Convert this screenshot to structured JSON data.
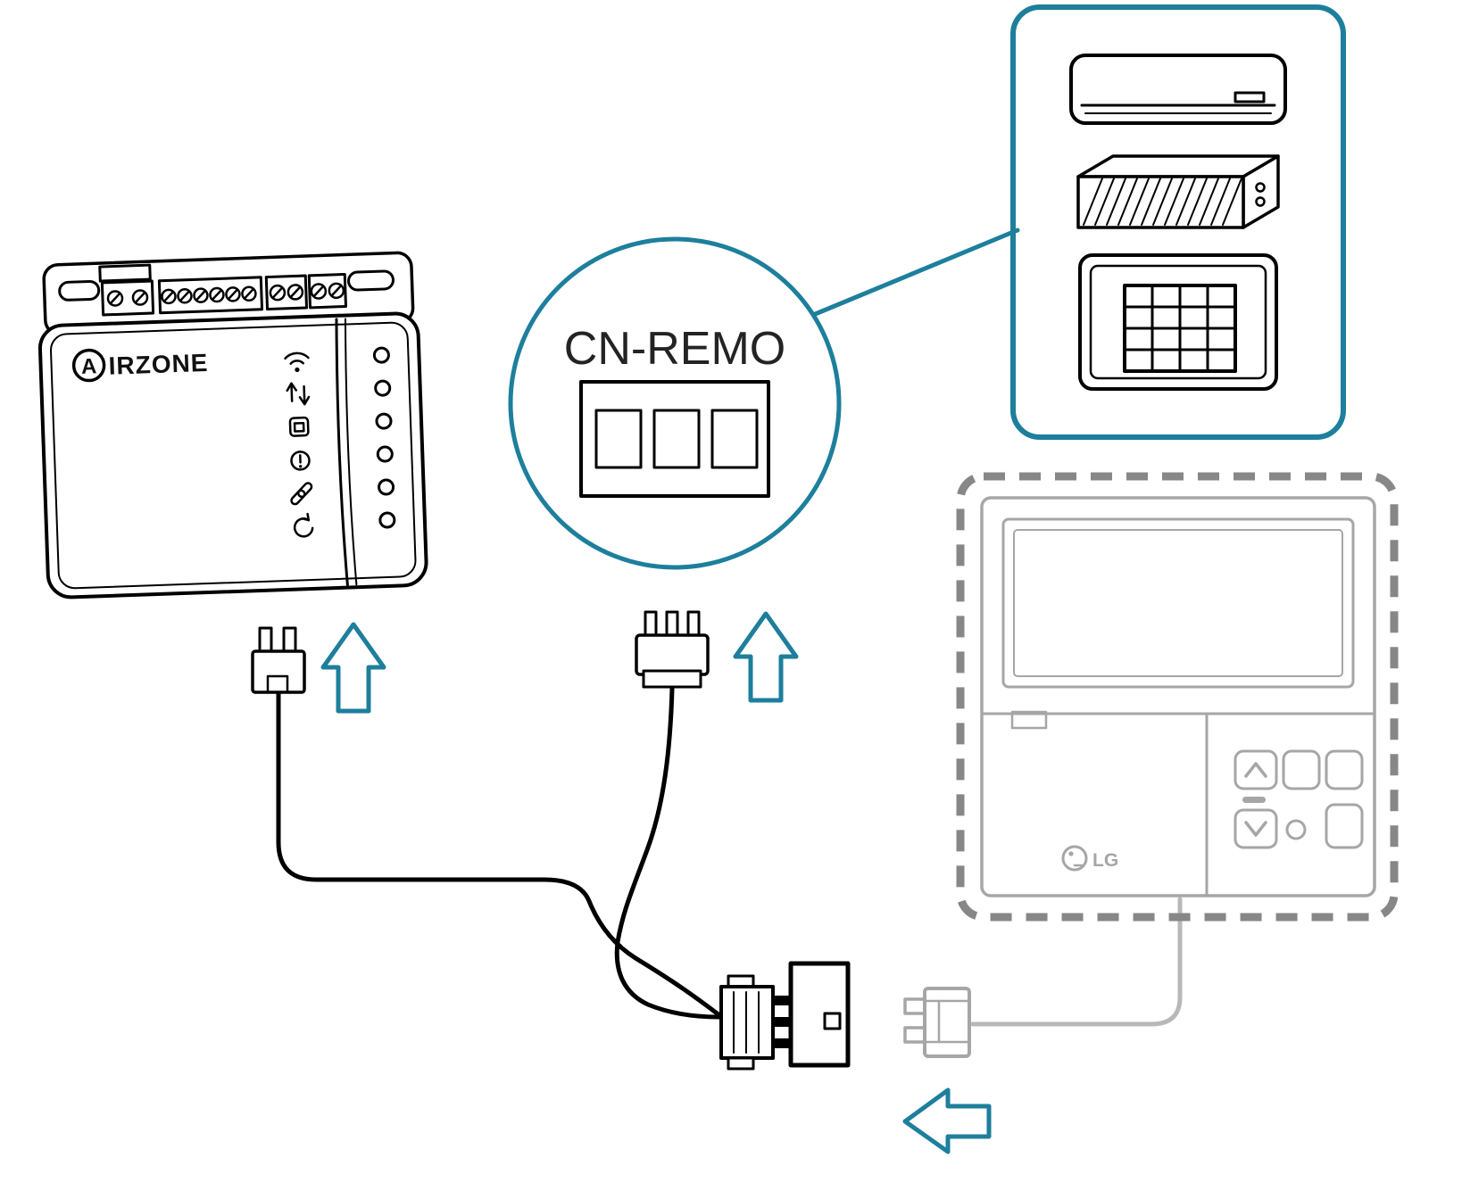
{
  "diagram": {
    "labels": {
      "cn_remo": "CN-REMO",
      "airzone_initial": "A",
      "airzone_rest": "IRZONE",
      "lg": "LG"
    },
    "colors": {
      "accent": "#1d7f9c",
      "black": "#000000",
      "dashed_gray": "#878787",
      "light_gray": "#a6a6a6",
      "wire_gray": "#b8b8b8",
      "background": "#ffffff"
    },
    "icons": {
      "airzone_status_icons": [
        "wifi-icon",
        "swap-arrows-icon",
        "unit-icon",
        "alert-icon",
        "link-icon",
        "reset-icon"
      ],
      "direction_arrows": [
        "arrow-up",
        "arrow-up",
        "arrow-left"
      ]
    }
  }
}
